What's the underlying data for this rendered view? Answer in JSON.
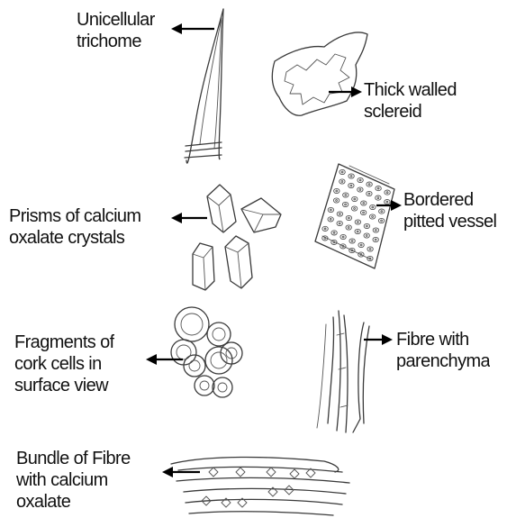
{
  "labels": {
    "trichome": {
      "line1": "Unicellular",
      "line2": "trichome"
    },
    "sclereid": {
      "line1": "Thick walled",
      "line2": "sclereid"
    },
    "prisms": {
      "line1": "Prisms of calcium",
      "line2": "oxalate crystals"
    },
    "vessel": {
      "line1": "Bordered",
      "line2": "pitted vessel"
    },
    "cork": {
      "line1": "Fragments of",
      "line2": "cork cells in",
      "line3": "surface view"
    },
    "fibre_parenchyma": {
      "line1": "Fibre with",
      "line2": "parenchyma"
    },
    "fibre_bundle": {
      "line1": "Bundle of Fibre",
      "line2": "with calcium",
      "line3": "oxalate"
    }
  },
  "colors": {
    "background": "#ffffff",
    "text": "#111111",
    "arrow": "#000000",
    "pencil": "#3a3a3a"
  }
}
